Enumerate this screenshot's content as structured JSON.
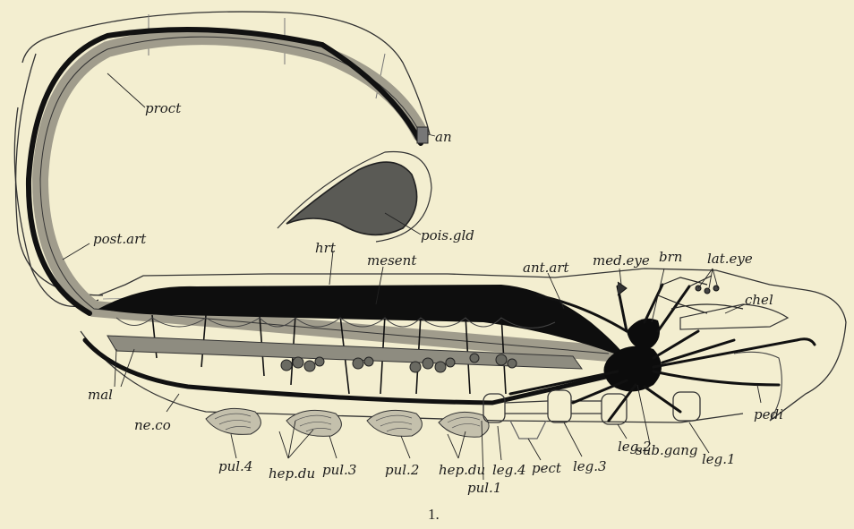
{
  "figure": {
    "number": "1.",
    "colors": {
      "paper": "#f3eed0",
      "ink": "#111111",
      "shade": "#9a9a90",
      "organ": "#6e6e66"
    },
    "labels": {
      "proct": "proct",
      "an": "an",
      "pois_gld": "pois.gld",
      "post_art": "post.art",
      "hrt": "hrt",
      "mesent": "mesent",
      "ant_art": "ant.art",
      "med_eye": "med.eye",
      "brn": "brn",
      "lat_eye": "lat.eye",
      "chel": "chel",
      "mal": "mal",
      "ne_co": "ne.co",
      "pedi": "pedi",
      "pul4": "pul.4",
      "hep_du_a": "hep.du",
      "pul3": "pul.3",
      "pul2": "pul.2",
      "hep_du_b": "hep.du",
      "leg4": "leg.4",
      "pect": "pect",
      "leg3": "leg.3",
      "leg2": "leg.2",
      "sub_gang": "sub.gang",
      "leg1": "leg.1",
      "pul1": "pul.1"
    }
  }
}
